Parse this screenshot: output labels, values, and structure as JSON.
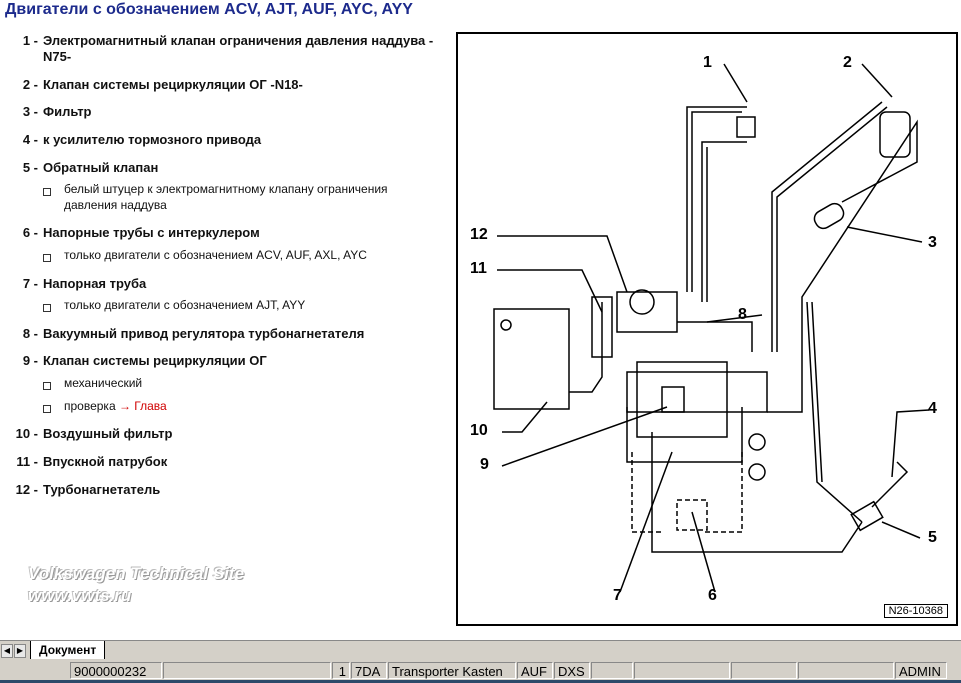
{
  "title": "Двигатели с обозначением ACV, AJT, AUF, AYC, AYY",
  "items": [
    {
      "num": "1",
      "sep": " - ",
      "text": "Электромагнитный клапан ограничения давления наддува -",
      "text2": "N75-"
    },
    {
      "num": "2",
      "text": "Клапан системы рециркуляции ОГ -N18-"
    },
    {
      "num": "3",
      "text": "Фильтр"
    },
    {
      "num": "4",
      "text": "к усилителю тормозного привода"
    },
    {
      "num": "5",
      "text": "Обратный клапан",
      "subs": [
        "белый штуцер к электромагнитному клапану ограничения",
        "давления наддува"
      ]
    },
    {
      "num": "6",
      "text": "Напорные трубы с интеркулером",
      "subs": [
        "только двигатели с обозначением ACV, AUF, AXL, AYC"
      ]
    },
    {
      "num": "7",
      "text": "Напорная труба",
      "subs": [
        "только двигатели с обозначением AJT, AYY"
      ]
    },
    {
      "num": "8",
      "text": "Вакуумный привод регулятора турбонагнетателя"
    },
    {
      "num": "9",
      "text": "Клапан системы рециркуляции ОГ",
      "subs": [
        "механический",
        "проверка",
        "→ Глава"
      ]
    },
    {
      "num": "10",
      "text": "Воздушный фильтр"
    },
    {
      "num": "11",
      "text": "Впускной патрубок"
    },
    {
      "num": "12",
      "text": "Турбонагнетатель"
    }
  ],
  "watermark": [
    "Volkswagen Technical Site",
    "www.vwts.ru"
  ],
  "diagram": {
    "callouts": [
      "1",
      "2",
      "3",
      "4",
      "5",
      "6",
      "7",
      "8",
      "9",
      "10",
      "11",
      "12"
    ],
    "code": "N26-10368"
  },
  "tabs": {
    "active": "Документ"
  },
  "status": [
    "9000000232",
    "",
    "1",
    "7DA",
    "Transporter Kasten",
    "AUF",
    "DXS",
    "",
    "",
    "",
    "",
    "ADMIN"
  ],
  "colors": {
    "title": "#1c2a8c",
    "link": "#d00000"
  }
}
